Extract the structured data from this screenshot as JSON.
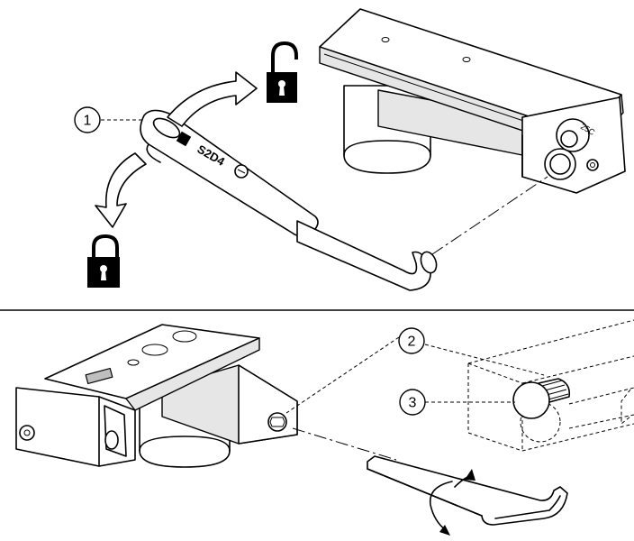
{
  "callouts": [
    {
      "label": "1"
    },
    {
      "label": "2"
    },
    {
      "label": "3"
    }
  ],
  "handle_marking": "S2D4",
  "icons": {
    "unlocked": "padlock-open-icon",
    "locked": "padlock-closed-icon",
    "rotate": "rotate-arrow-icon"
  },
  "colors": {
    "line": "#000000",
    "background": "#ffffff",
    "shade": "#e6e6e6"
  }
}
